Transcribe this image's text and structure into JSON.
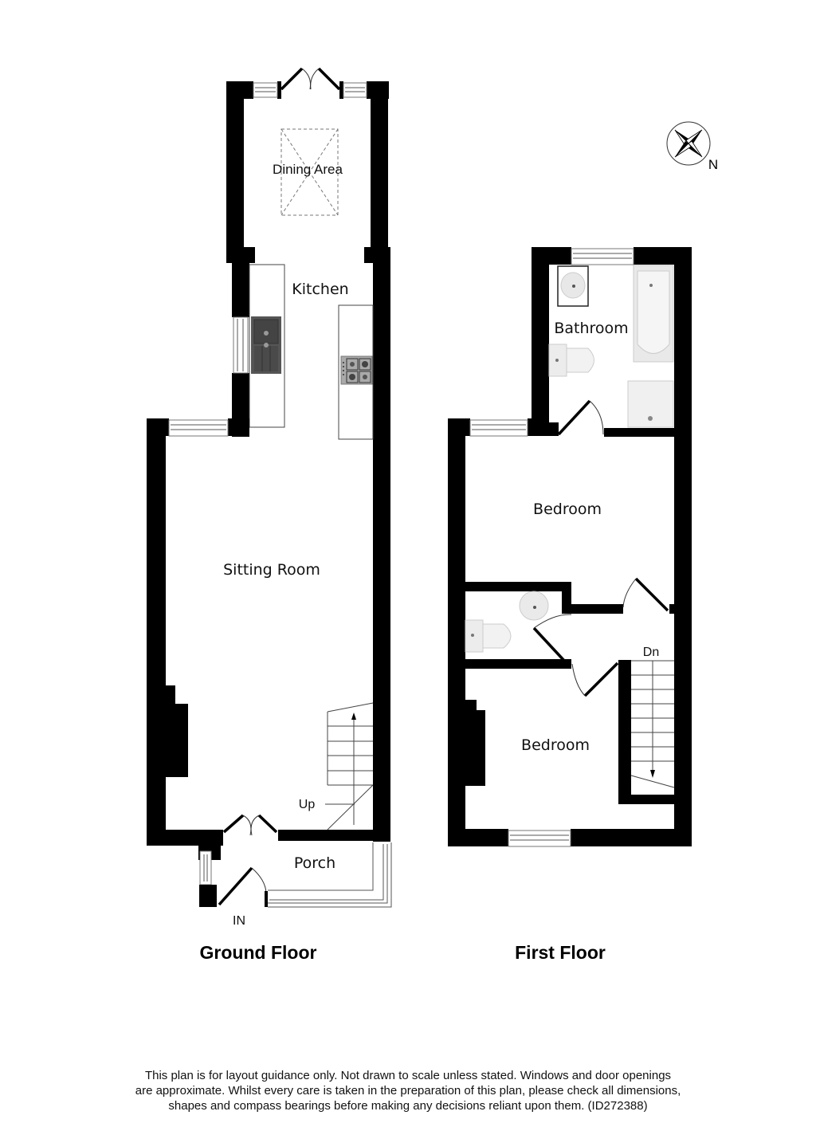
{
  "floors": {
    "ground": {
      "title": "Ground Floor",
      "rooms": {
        "dining": "Dining Area",
        "kitchen": "Kitchen",
        "sitting": "Sitting Room",
        "porch": "Porch"
      },
      "labels": {
        "stairs": "Up",
        "entrance": "IN"
      }
    },
    "first": {
      "title": "First Floor",
      "rooms": {
        "bathroom": "Bathroom",
        "bedroom_rear": "Bedroom",
        "bedroom_front": "Bedroom"
      },
      "labels": {
        "stairs": "Dn"
      }
    }
  },
  "compass": {
    "label": "N"
  },
  "disclaimer": {
    "line1": "This plan is for layout guidance only. Not drawn to scale unless stated. Windows and door openings",
    "line2": "are approximate. Whilst every care is taken in the preparation of this plan, please check all dimensions,",
    "line3": "shapes and compass bearings before making any decisions reliant upon them. (ID272388)"
  }
}
